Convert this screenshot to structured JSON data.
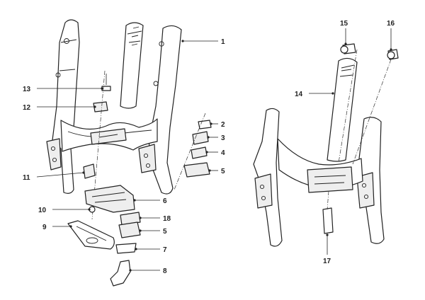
{
  "diagram": {
    "callouts": [
      {
        "id": "c1",
        "label": "1"
      },
      {
        "id": "c2",
        "label": "2"
      },
      {
        "id": "c3",
        "label": "3"
      },
      {
        "id": "c4",
        "label": "4"
      },
      {
        "id": "c5a",
        "label": "5"
      },
      {
        "id": "c6",
        "label": "6"
      },
      {
        "id": "c18",
        "label": "18"
      },
      {
        "id": "c5b",
        "label": "5"
      },
      {
        "id": "c7",
        "label": "7"
      },
      {
        "id": "c8",
        "label": "8"
      },
      {
        "id": "c9",
        "label": "9"
      },
      {
        "id": "c10",
        "label": "10"
      },
      {
        "id": "c11",
        "label": "11"
      },
      {
        "id": "c12",
        "label": "12"
      },
      {
        "id": "c13",
        "label": "13"
      },
      {
        "id": "c14",
        "label": "14"
      },
      {
        "id": "c15",
        "label": "15"
      },
      {
        "id": "c16",
        "label": "16"
      },
      {
        "id": "c17",
        "label": "17"
      }
    ]
  }
}
